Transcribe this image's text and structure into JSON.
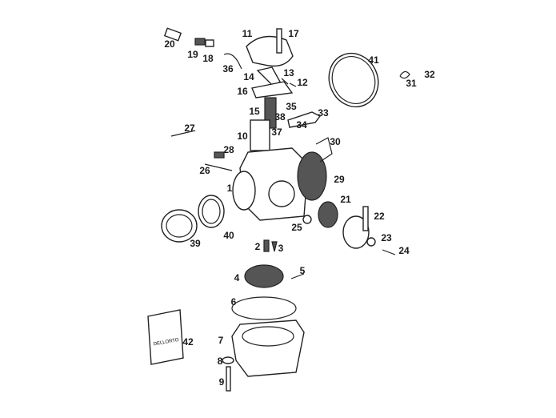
{
  "diagram": {
    "type": "exploded parts diagram",
    "subject": "carburetor",
    "part_labels": [
      "20",
      "19",
      "18",
      "11",
      "17",
      "41",
      "36",
      "14",
      "13",
      "12",
      "32",
      "31",
      "16",
      "15",
      "35",
      "33",
      "38",
      "34",
      "27",
      "37",
      "10",
      "30",
      "28",
      "26",
      "29",
      "1",
      "21",
      "22",
      "25",
      "40",
      "39",
      "23",
      "24",
      "2",
      "3",
      "4",
      "5",
      "6",
      "42",
      "7",
      "8",
      "9"
    ],
    "packet_logo_text": "DELLORTO"
  }
}
